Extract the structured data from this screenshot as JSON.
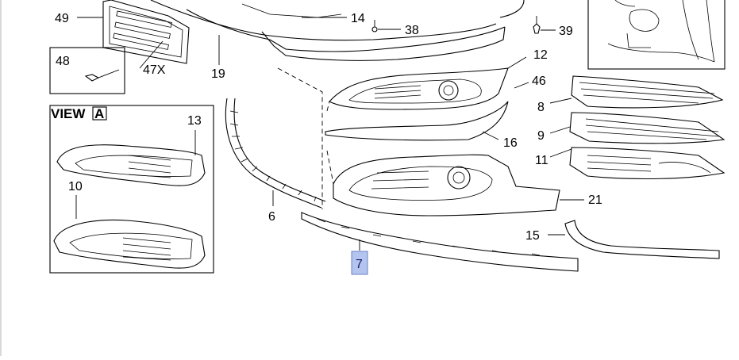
{
  "callouts": [
    {
      "id": "c49",
      "text": "49"
    },
    {
      "id": "c14",
      "text": "14"
    },
    {
      "id": "c38",
      "text": "38"
    },
    {
      "id": "c39",
      "text": "39"
    },
    {
      "id": "c48",
      "text": "48"
    },
    {
      "id": "c47x",
      "text": "47X"
    },
    {
      "id": "c19",
      "text": "19"
    },
    {
      "id": "c12",
      "text": "12"
    },
    {
      "id": "c46",
      "text": "46"
    },
    {
      "id": "c8",
      "text": "8"
    },
    {
      "id": "c9",
      "text": "9"
    },
    {
      "id": "c11",
      "text": "11"
    },
    {
      "id": "c16",
      "text": "16"
    },
    {
      "id": "c21",
      "text": "21"
    },
    {
      "id": "c13",
      "text": "13"
    },
    {
      "id": "c10",
      "text": "10"
    },
    {
      "id": "c6",
      "text": "6"
    },
    {
      "id": "c15",
      "text": "15"
    }
  ],
  "view_box": {
    "title": "VIEW",
    "marker": "A"
  },
  "highlighted_part": {
    "text": "7",
    "fill": "#b3c4ee",
    "border": "#6b7fc8"
  }
}
